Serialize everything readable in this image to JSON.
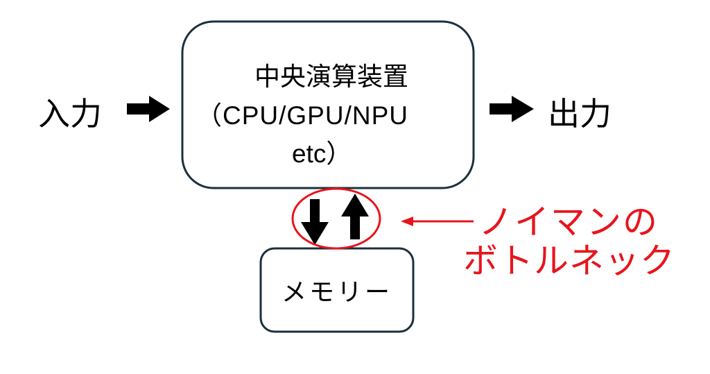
{
  "input_label": "入力",
  "output_label": "出力",
  "cpu_box": {
    "title": "中央演算装置",
    "line2": "（CPU/GPU/NPU",
    "line3": "etc）"
  },
  "memory_box": {
    "label": "メモリー"
  },
  "annotation": {
    "line1": "ノイマンの",
    "line2": "ボトルネック",
    "color": "#e8141c"
  },
  "colors": {
    "box_stroke": "#1c2f3c",
    "arrow": "#000000"
  }
}
